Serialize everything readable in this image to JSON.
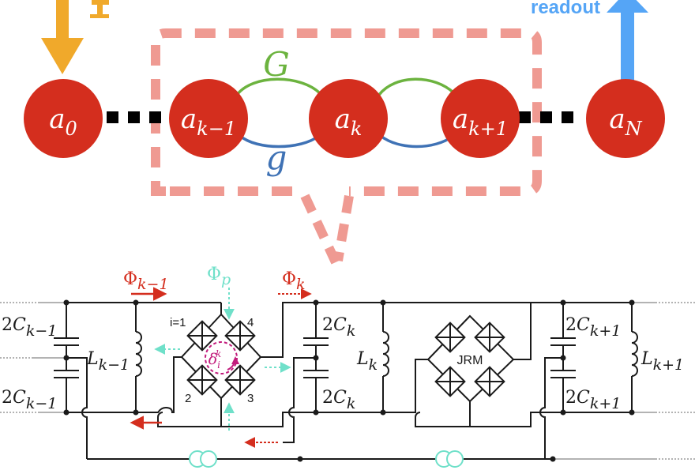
{
  "colors": {
    "mode": "#d42e1e",
    "drive": "#f0a92b",
    "readout": "#55a5f6",
    "coupling_G": "#6cb33f",
    "coupling_g": "#3f72b5",
    "highlight": "#ef9a92",
    "aux": "#6fe0c9",
    "phase": "#c21c7c",
    "wire": "#1a1a1a",
    "lead": "#9a9a9a"
  },
  "top": {
    "drive_label": "",
    "readout_label": "readout",
    "modes": [
      {
        "base": "a",
        "sub": "0"
      },
      {
        "base": "a",
        "sub": "k−1"
      },
      {
        "base": "a",
        "sub": "k"
      },
      {
        "base": "a",
        "sub": "k+1"
      },
      {
        "base": "a",
        "sub": "N"
      }
    ],
    "coupling_G": "G",
    "coupling_g": "g"
  },
  "circuit": {
    "phi_prev": {
      "base": "Φ",
      "sub": "k−1"
    },
    "phi_pump": {
      "base": "Φ",
      "sub": "p"
    },
    "phi_k": {
      "base": "Φ",
      "sub": "k"
    },
    "cap_prev_top": {
      "coef": "2",
      "base": "C",
      "sub": "k−1"
    },
    "cap_prev_bot": {
      "coef": "2",
      "base": "C",
      "sub": "k−1"
    },
    "ind_prev": {
      "base": "L",
      "sub": "k−1"
    },
    "cap_k_top": {
      "coef": "2",
      "base": "C",
      "sub": "k"
    },
    "cap_k_bot": {
      "coef": "2",
      "base": "C",
      "sub": "k"
    },
    "ind_k": {
      "base": "L",
      "sub": "k"
    },
    "cap_next_top": {
      "coef": "2",
      "base": "C",
      "sub": "k+1"
    },
    "cap_next_bot": {
      "coef": "2",
      "base": "C",
      "sub": "k+1"
    },
    "ind_next": {
      "base": "L",
      "sub": "k+1"
    },
    "jrm_label": "JRM",
    "junction_labels": [
      "i=1",
      "4",
      "2",
      "3"
    ],
    "phase_label": {
      "base": "δ",
      "sub": "i",
      "sup": "k"
    }
  }
}
